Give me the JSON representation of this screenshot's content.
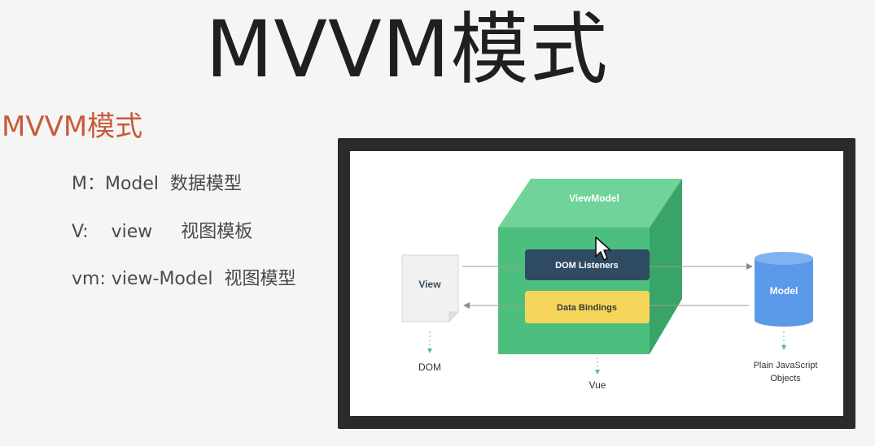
{
  "slide": {
    "title": "MVVM模式",
    "section_title": "MVVM模式",
    "bullets": [
      "M：Model  数据模型",
      "V:    view     视图模板",
      "vm: view-Model  视图模型"
    ]
  },
  "diagram": {
    "view_label": "View",
    "dom_label": "DOM",
    "viewmodel_label": "ViewModel",
    "dom_listeners_label": "DOM Listeners",
    "data_bindings_label": "Data Bindings",
    "vue_label": "Vue",
    "model_label": "Model",
    "plain_objects_line1": "Plain JavaScript",
    "plain_objects_line2": "Objects"
  },
  "colors": {
    "title": "#1f1f1f",
    "section_title": "#c85a3c",
    "viewmodel_front": "#4cbf7f",
    "viewmodel_top": "#6fd39a",
    "viewmodel_side": "#39a468",
    "dom_listeners": "#2f4a63",
    "data_bindings": "#f6d65a",
    "model": "#5a9ae8"
  },
  "icons": {
    "cursor": "mouse-pointer-icon"
  }
}
